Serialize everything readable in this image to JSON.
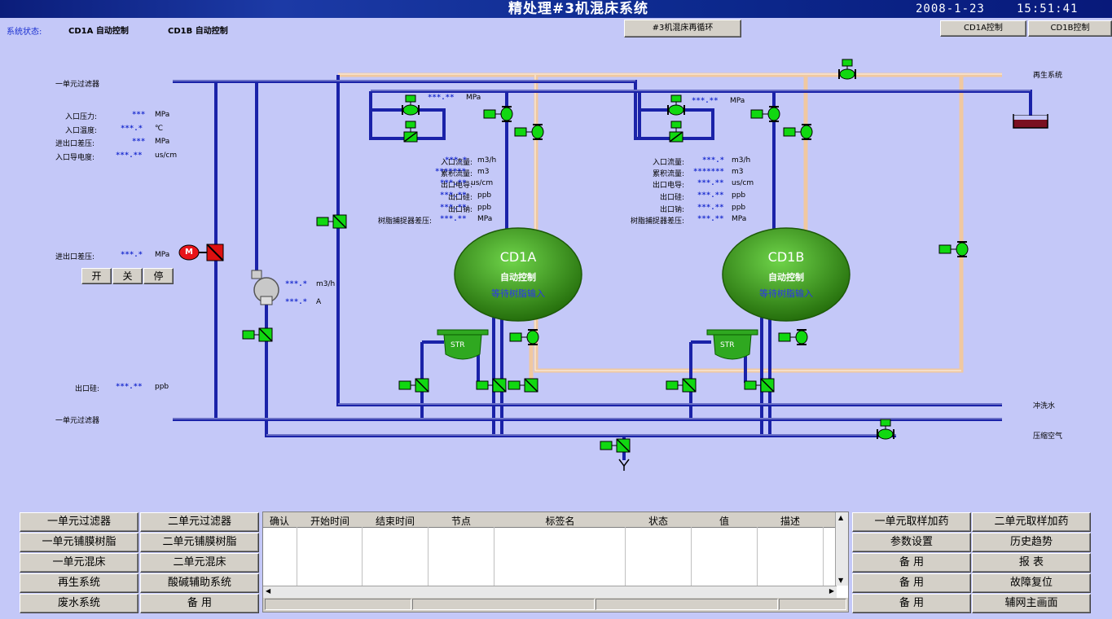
{
  "window": {
    "title": "精处理#3机混床系统",
    "date": "2008-1-23",
    "time": "15:51:41"
  },
  "status": {
    "label": "系统状态:",
    "cd1a": "CD1A 自动控制",
    "cd1b": "CD1B 自动控制"
  },
  "top_buttons": {
    "recirc": "#3机混床再循环",
    "cd1a_ctrl": "CD1A控制",
    "cd1b_ctrl": "CD1B控制"
  },
  "left_panel": {
    "filter_top": "一单元过滤器",
    "filter_bottom": "一单元过滤器",
    "inlet_pressure": {
      "label": "入口压力:",
      "value": "***",
      "unit": "MPa"
    },
    "inlet_temp": {
      "label": "入口温度:",
      "value": "***.*",
      "unit": "℃"
    },
    "diff_pressure": {
      "label": "进出口差压:",
      "value": "***",
      "unit": "MPa"
    },
    "inlet_cond": {
      "label": "入口导电度:",
      "value": "***.**",
      "unit": "us/cm"
    },
    "pump_diff": {
      "label": "进出口差压:",
      "value": "***.*",
      "unit": "MPa"
    },
    "outlet_si": {
      "label": "出口硅:",
      "value": "***.**",
      "unit": "ppb"
    },
    "buttons": {
      "open": "开",
      "close": "关",
      "stop": "停"
    },
    "motor": "M",
    "pump_flow": {
      "value": "***.*",
      "unit": "m3/h"
    },
    "pump_current": {
      "value": "***.*",
      "unit": "A"
    }
  },
  "cd1a": {
    "bypass_pressure": {
      "value": "***.**",
      "unit": "MPa"
    },
    "name": "CD1A",
    "mode": "自动控制",
    "state": "等待树脂输入",
    "params": [
      {
        "label": "入口流量:",
        "value": "***.*",
        "unit": "m3/h"
      },
      {
        "label": "累积流量:",
        "value": "*******",
        "unit": "m3"
      },
      {
        "label": "出口电导:",
        "value": "***.**",
        "unit": "us/cm"
      },
      {
        "label": "出口硅:",
        "value": "***.**",
        "unit": "ppb"
      },
      {
        "label": "出口钠:",
        "value": "***.**",
        "unit": "ppb"
      },
      {
        "label": "树脂捕捉器差压:",
        "value": "***.**",
        "unit": "MPa"
      }
    ],
    "strainer": "STR"
  },
  "cd1b": {
    "bypass_pressure": {
      "value": "***.**",
      "unit": "MPa"
    },
    "name": "CD1B",
    "mode": "自动控制",
    "state": "等待树脂输入",
    "params": [
      {
        "label": "入口流量:",
        "value": "***.*",
        "unit": "m3/h"
      },
      {
        "label": "累积流量:",
        "value": "*******",
        "unit": "m3"
      },
      {
        "label": "出口电导:",
        "value": "***.**",
        "unit": "us/cm"
      },
      {
        "label": "出口硅:",
        "value": "***.**",
        "unit": "ppb"
      },
      {
        "label": "出口钠:",
        "value": "***.**",
        "unit": "ppb"
      },
      {
        "label": "树脂捕捉器差压:",
        "value": "***.**",
        "unit": "MPa"
      }
    ],
    "strainer": "STR"
  },
  "right_labels": {
    "regen": "再生系统",
    "flush": "冲洗水",
    "air": "压缩空气"
  },
  "nav_left": [
    [
      "一单元过滤器",
      "二单元过滤器"
    ],
    [
      "一单元铺膜树脂",
      "二单元铺膜树脂"
    ],
    [
      "一单元混床",
      "二单元混床"
    ],
    [
      "再生系统",
      "酸碱辅助系统"
    ],
    [
      "废水系统",
      "备  用"
    ]
  ],
  "nav_right": [
    [
      "一单元取样加药",
      "二单元取样加药"
    ],
    [
      "参数设置",
      "历史趋势"
    ],
    [
      "备  用",
      "报  表"
    ],
    [
      "备  用",
      "故障复位"
    ],
    [
      "备  用",
      "辅网主画面"
    ]
  ],
  "alarm_table": {
    "columns": [
      "确认",
      "开始时间",
      "结束时间",
      "节点",
      "标签名",
      "状态",
      "值",
      "描述"
    ]
  },
  "colors": {
    "background": "#c4c8f8",
    "pipe_blue": "#1a22a8",
    "pipe_peach": "#f0c8a0",
    "valve_green": "#11d811",
    "tank_green": "#3c9a18"
  }
}
